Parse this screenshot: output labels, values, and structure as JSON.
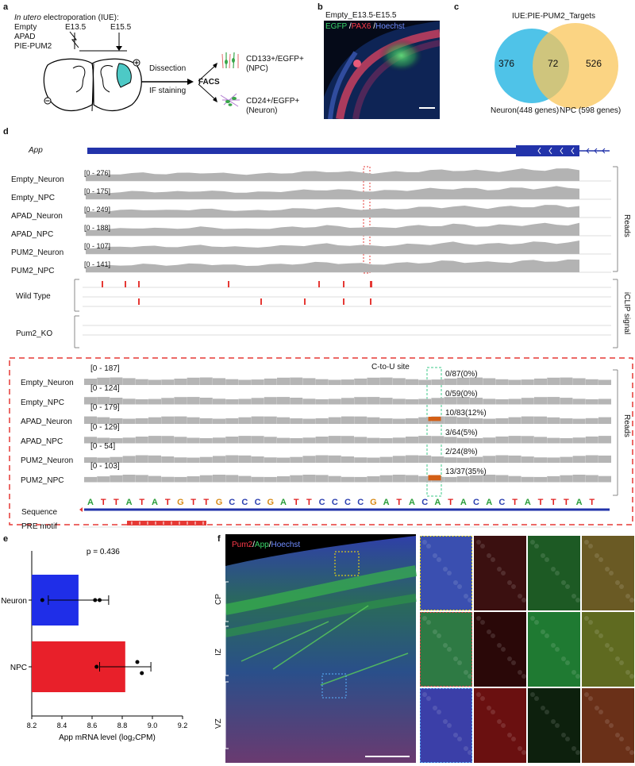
{
  "panel_labels": {
    "a": "a",
    "b": "b",
    "c": "c",
    "d": "d",
    "e": "e",
    "f": "f"
  },
  "panel_a": {
    "iue_title_italic": "In utero",
    "iue_title_rest": " electroporation (IUE):",
    "conditions": [
      "Empty",
      "APAD",
      "PIE-PUM2"
    ],
    "e135": "E13.5",
    "e155": "E15.5",
    "dissection": "Dissection",
    "facs": "FACS",
    "if_staining": "IF staining",
    "npc_label": "CD133+/EGFP+",
    "npc_sub": "(NPC)",
    "neuron_label": "CD24+/EGFP+",
    "neuron_sub": "(Neuron)"
  },
  "panel_b": {
    "title": "Empty_E13.5-E15.5",
    "egfp": "EGFP",
    "sep1": " /",
    "pax6": "PAX6",
    "sep2": " /",
    "hoechst": "Hoechst"
  },
  "panel_c": {
    "title": "IUE:PIE-PUM2_Targets",
    "left_only": "376",
    "overlap": "72",
    "right_only": "526",
    "left_label": "Neuron(448 genes)",
    "right_label": "NPC (598 genes)",
    "left_color": "#4fc3e8",
    "right_color": "#f9c65a"
  },
  "panel_d": {
    "gene": "App",
    "top_tracks": [
      {
        "name": "Empty_Neuron",
        "range": "[0 - 276]"
      },
      {
        "name": "Empty_NPC",
        "range": "[0 - 175]"
      },
      {
        "name": "APAD_Neuron",
        "range": "[0 - 249]"
      },
      {
        "name": "APAD_NPC",
        "range": "[0 - 188]"
      },
      {
        "name": "PUM2_Neuron",
        "range": "[0 - 107]"
      },
      {
        "name": "PUM2_NPC",
        "range": "[0 - 141]"
      }
    ],
    "reads_label": "Reads",
    "wild_type": "Wild Type",
    "pum2_ko": "Pum2_KO",
    "iclip_label": "iCLIP signal",
    "ctou_label": "C-to-U site",
    "zoom_tracks": [
      {
        "name": "Empty_Neuron",
        "range": "[0 - 187]",
        "stat": "0/87(0%)"
      },
      {
        "name": "Empty_NPC",
        "range": "[0 - 124]",
        "stat": "0/59(0%)"
      },
      {
        "name": "APAD_Neuron",
        "range": "[0 - 179]",
        "stat": "10/83(12%)"
      },
      {
        "name": "APAD_NPC",
        "range": "[0 - 129]",
        "stat": "3/64(5%)"
      },
      {
        "name": "PUM2_Neuron",
        "range": "[0 - 54]",
        "stat": "2/24(8%)"
      },
      {
        "name": "PUM2_NPC",
        "range": "[0 - 103]",
        "stat": "13/37(35%)"
      }
    ],
    "reads_label_zoom": "Reads",
    "sequence_label": "Sequence",
    "pre_motif_label": "PRE motif",
    "sequence": [
      "A",
      "T",
      "T",
      "A",
      "T",
      "A",
      "T",
      "G",
      "T",
      "T",
      "G",
      "C",
      "C",
      "C",
      "G",
      "A",
      "T",
      "T",
      "C",
      "C",
      "C",
      "C",
      "G",
      "A",
      "T",
      "A",
      "C",
      "A",
      "T",
      "A",
      "C",
      "A",
      "C",
      "T",
      "A",
      "T",
      "T",
      "T",
      "A",
      "T"
    ],
    "base_colors": {
      "A": "#2a9d3a",
      "T": "#e02020",
      "G": "#d98c1a",
      "C": "#2b3fb0"
    },
    "accent_red": "#e53935",
    "mutation_color": "#d35f16",
    "dashed_green": "#3ec98a"
  },
  "panel_e": {
    "pvalue": "p = 0.436",
    "xlabel": "App mRNA level (log₂CPM)"
  },
  "chart_data": {
    "type": "bar",
    "orientation": "horizontal",
    "categories": [
      "Neuron",
      "NPC"
    ],
    "values": [
      8.51,
      8.82
    ],
    "errors": [
      0.2,
      0.17
    ],
    "points": [
      [
        8.27,
        8.62,
        8.65
      ],
      [
        8.63,
        8.9,
        8.93
      ]
    ],
    "colors": [
      "#1f2ee8",
      "#e8202a"
    ],
    "xlabel": "App mRNA level (log₂CPM)",
    "xlim": [
      8.2,
      9.2
    ],
    "xticks": [
      "8.2",
      "8.4",
      "8.6",
      "8.8",
      "9.0",
      "9.2"
    ],
    "annotation": "p = 0.436"
  },
  "panel_f": {
    "pum2": "Pum2",
    "sep1": "/",
    "app": "App",
    "sep2": "/",
    "hoechst": "Hoechst",
    "zones": [
      "CP",
      "IZ",
      "VZ"
    ]
  }
}
